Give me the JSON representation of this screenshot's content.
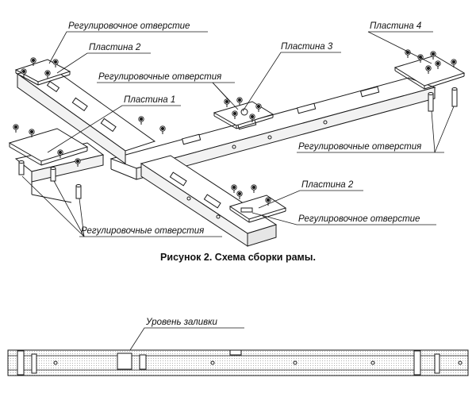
{
  "labels": {
    "reg_hole_single_top": "Регулировочное отверстие",
    "plate2_top": "Пластина 2",
    "plate3": "Пластина 3",
    "plate4": "Пластина 4",
    "reg_holes_mid": "Регулировочные отверстия",
    "plate1": "Пластина 1",
    "reg_holes_right": "Регулировочные отверстия",
    "plate2_bottom": "Пластина 2",
    "reg_hole_single_bottom": "Регулировочное отверстие",
    "reg_holes_bottom_left": "Регулировочные отверстия",
    "fill_level": "Уровень заливки"
  },
  "caption": {
    "prefix": "Рисунок ",
    "number": "2.",
    "text": " Схема сборки рамы."
  },
  "colors": {
    "line": "#1a1a1a",
    "fill_pattern": "#c8c8c8"
  }
}
